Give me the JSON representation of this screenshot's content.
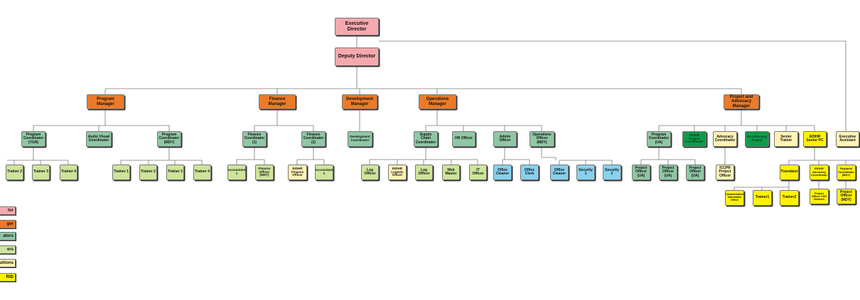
{
  "org": {
    "executive_director": "Executive  Director",
    "deputy_director": "Deputy  Director",
    "program_manager": "Program Manager",
    "finance_manager": "Finance Manager",
    "development_manager": "Development Manager",
    "operations_manager": "Operations Manager",
    "project_advocacy_manager": "Project and Advocacy Manager",
    "program_coordinator_ygn": "Program Coordinator (YGN)",
    "audio_visual_coordinator": "Audio Visual Coordinator",
    "program_coordinator_mdy": "Program Coordinator (MDY)",
    "ygn_trainers": [
      "Trainer 2",
      "Trainer 3",
      "Trainer 4"
    ],
    "mdy_trainers": [
      "Trainer 1",
      "Trainer 2",
      "Trainer 3",
      "Trainer 4"
    ],
    "finance_coordinator_1": "Finance Coordinator (1)",
    "finance_coordinator_2": "Finance Coordinator (2)",
    "accountant_1": "Accountant 1",
    "finance_officer_mdy": "Finance Officer (MDY)",
    "eidhr_finance_officer": "EIDHR Finance Officer",
    "accountant_2": "Accountant 2",
    "development_coordinator": "Development Coordinator",
    "supply_chain_coordinator": "Supply Chain Coordinator",
    "hr_officer": "HR Officer",
    "admin_officer": "Admin Officer",
    "operations_officer_mdy": "Operations Officer (MDY)",
    "log_officer_1": "Log Officer",
    "eidhr_logistic_officer": "EIDHR Logistic Officer",
    "log_officer_2": "Log Officer",
    "web_master": "Web Master",
    "it_officer": "IT Officer",
    "office_cleaner_1": "Office Cleaner",
    "office_clerk": "Office Clerk",
    "office_cleaner_2": "Office Cleaner",
    "security_1": "Security 1",
    "security_2": "Security 2",
    "program_coordinator_ua": "Program Coordinator (UA)",
    "eidhr_project_coordinator": "EIDHR Project Coordinator",
    "advocacy_coordinator": "Advocacy Coordinator",
    "eu_advocacy_project": "EU Advocacy Project",
    "senior_trainer": "Senior Trainer",
    "eidhr_senior_pc": "EIDHR Senior PC",
    "executive_assistant": "Executive Assistant",
    "project_officers_ua": [
      "Project Officer (UA)",
      "Project Officer (UA)",
      "Project Officer (UA)"
    ],
    "iccpr_project_officer": "ICCPR Project Officer",
    "translator": "Translator",
    "eidhr_advocacy_coordinator": "EIDHR Advocacy Coordinator",
    "regional_coordinator_mdy": "Regional Coordinator (MDY)",
    "communication_information_officer": "Communication Information Officer",
    "trainer1": "Trainer1",
    "trainer2": "Trainer2",
    "project_officer_cso": "Project Officer CSO Network",
    "project_officer_mdy": "Project Officer (MDY)"
  },
  "legend": [
    "tor",
    "ger",
    "ators",
    "ers",
    "uitions",
    "RID"
  ],
  "colors": {
    "director": "#f4a9ae",
    "manager": "#ec7a28",
    "coordinator": "#8fc7a4",
    "trainer": "#cde49a",
    "other_positions": "#fff3b5",
    "eidhr": "#fff200",
    "support": "#87d1ee",
    "eu_project": "#0f9b4a",
    "connector": "#777777"
  }
}
